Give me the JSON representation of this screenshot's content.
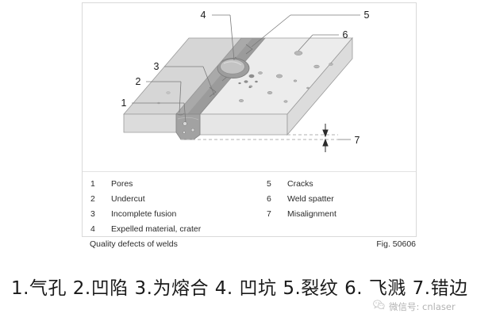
{
  "figure": {
    "caption_title": "Quality defects of welds",
    "figure_number": "Fig. 50606",
    "callouts": [
      {
        "id": "1",
        "value": "1"
      },
      {
        "id": "2",
        "value": "2"
      },
      {
        "id": "3",
        "value": "3"
      },
      {
        "id": "4",
        "value": "4"
      },
      {
        "id": "5",
        "value": "5"
      },
      {
        "id": "6",
        "value": "6"
      },
      {
        "id": "7",
        "value": "7"
      }
    ]
  },
  "legend": {
    "left_column": [
      {
        "num": "1",
        "label": "Pores"
      },
      {
        "num": "2",
        "label": "Undercut"
      },
      {
        "num": "3",
        "label": "Incomplete fusion"
      },
      {
        "num": "4",
        "label": "Expelled material, crater"
      }
    ],
    "right_column": [
      {
        "num": "5",
        "label": "Cracks"
      },
      {
        "num": "6",
        "label": "Weld spatter"
      },
      {
        "num": "7",
        "label": "Misalignment"
      }
    ]
  },
  "chinese_caption": {
    "text": "1.气孔  2.凹陷  3.为熔合  4. 凹坑  5.裂纹  6. 飞溅  7.错边"
  },
  "watermark": {
    "icon": "wechat-icon",
    "text": "微信号: cnlaser"
  },
  "colors": {
    "plate_top_right": "#ececec",
    "plate_top_left": "#d6d6d6",
    "plate_front": "#e4e4e4",
    "plate_side": "#d0d0d0",
    "weld_bead": "#a9a9a9",
    "weld_bead_dark": "#949494",
    "outline": "#8a8a8a",
    "leader_line": "#7a7a7a",
    "box_border": "#d9d9d9",
    "text": "#2b2b2b"
  }
}
